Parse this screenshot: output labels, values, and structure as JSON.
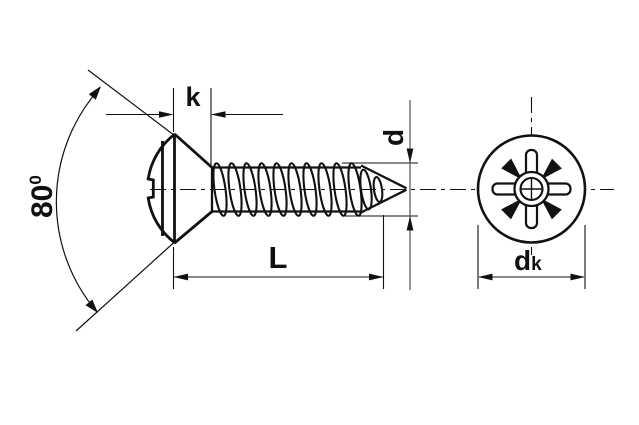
{
  "drawing": {
    "type": "engineering-dimension-drawing",
    "subject": "raised-countersunk-oval-head-tapping-screw-with-pozidriv-recess",
    "background_color": "#ffffff",
    "line_color": "#111111",
    "labels": {
      "k": "k",
      "d": "d",
      "L": "L",
      "dk_base": "d",
      "dk_sub": "k",
      "angle_base": "80",
      "angle_sup": "0"
    }
  }
}
